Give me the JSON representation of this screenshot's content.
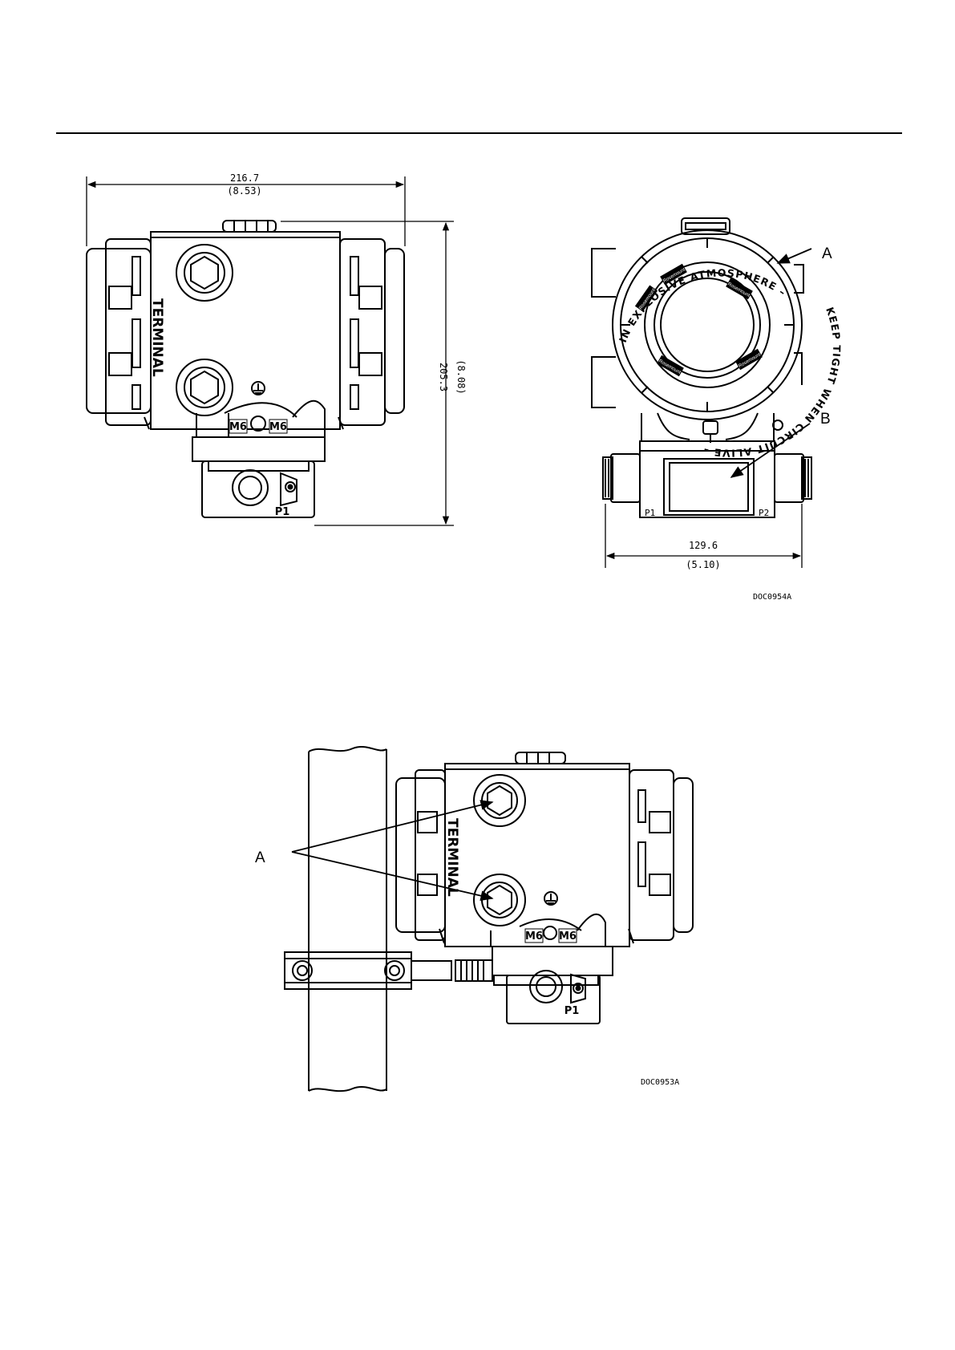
{
  "figure_top": {
    "side_view": {
      "terminal_label": "TERMINAL",
      "port_labels": [
        "M6",
        "M6"
      ],
      "process_label": "P1",
      "width_dim": "216.7",
      "width_dim_in": "(8.53)",
      "height_dim": "205.3",
      "height_dim_in": "(8.08)"
    },
    "front_view": {
      "ring_text_outer": "IN EXPLOSIVE ATMOSPHERE – ",
      "ring_text_inner": "KEEP TIGHT WHEN CIRCUIT ALIVE – ",
      "logo_text": "Rosemount",
      "port_left": "P1",
      "port_right": "P2",
      "width_dim": "129.6",
      "width_dim_in": "(5.10)",
      "callout_a": "A",
      "callout_b": "B"
    },
    "drawing_id": "DOC0954A"
  },
  "figure_bottom": {
    "terminal_label": "TERMINAL",
    "port_labels": [
      "M6",
      "M6"
    ],
    "process_label": "P1",
    "callout_a": "A",
    "drawing_id": "DOC0953A"
  }
}
